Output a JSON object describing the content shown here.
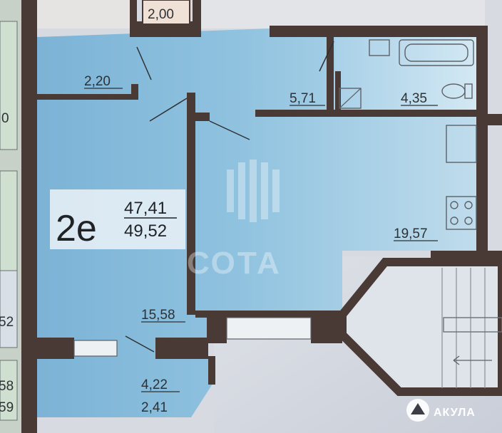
{
  "apartment": {
    "code": "2e",
    "living_area": "47,41",
    "total_area": "49,52"
  },
  "rooms": {
    "top_fragment": "2,00",
    "hall": "2,20",
    "corridor": "5,71",
    "bathroom": "4,35",
    "kitchen_living": "19,57",
    "bedroom": "15,58",
    "balcony_area": "4,22",
    "balcony_reduced": "2,41"
  },
  "left_neighbor_labels": [
    "0",
    "52",
    "58",
    "59"
  ],
  "watermark": {
    "brand": "СОТА"
  },
  "badge": {
    "label": "АКУЛА"
  },
  "colors": {
    "wall": "#4a3a36",
    "fill_blue": "#8fc2df",
    "text": "#2e3134"
  }
}
